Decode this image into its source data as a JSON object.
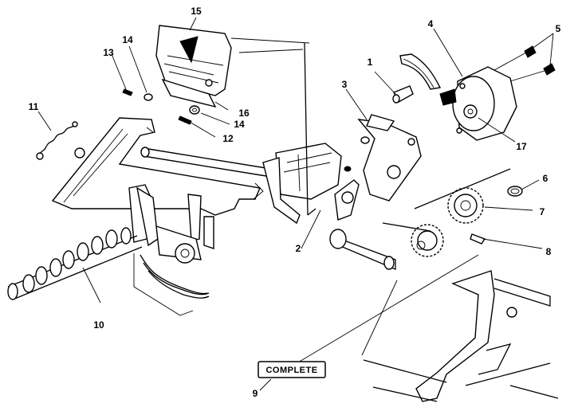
{
  "diagram": {
    "complete_label": "COMPLETE",
    "callouts": [
      {
        "id": "c1",
        "text": "1"
      },
      {
        "id": "c2",
        "text": "2"
      },
      {
        "id": "c3",
        "text": "3"
      },
      {
        "id": "c4",
        "text": "4"
      },
      {
        "id": "c5",
        "text": "5"
      },
      {
        "id": "c6",
        "text": "6"
      },
      {
        "id": "c7",
        "text": "7"
      },
      {
        "id": "c8",
        "text": "8"
      },
      {
        "id": "c9",
        "text": "9"
      },
      {
        "id": "c10",
        "text": "10"
      },
      {
        "id": "c11",
        "text": "11"
      },
      {
        "id": "c12",
        "text": "12"
      },
      {
        "id": "c13",
        "text": "13"
      },
      {
        "id": "c14a",
        "text": "14"
      },
      {
        "id": "c14b",
        "text": "14"
      },
      {
        "id": "c15",
        "text": "15"
      },
      {
        "id": "c16",
        "text": "16"
      },
      {
        "id": "c17",
        "text": "17"
      }
    ]
  }
}
